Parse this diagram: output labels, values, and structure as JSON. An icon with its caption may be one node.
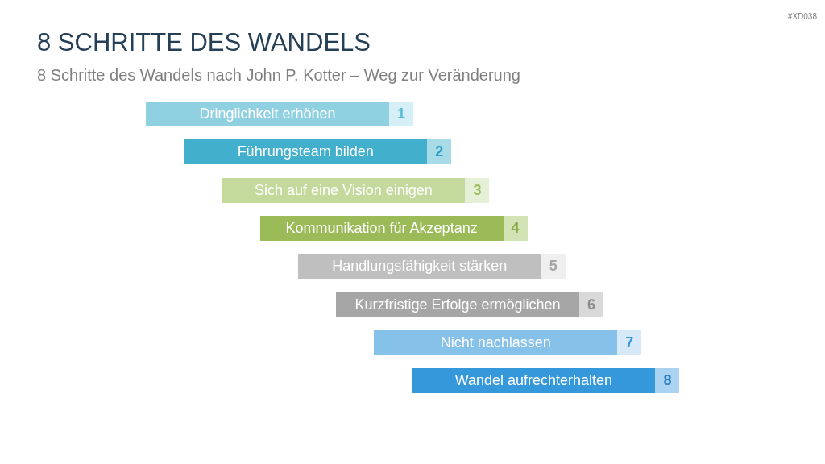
{
  "diagram": {
    "title": "8 SCHRITTE DES WANDELS",
    "nodes": [
      {
        "text": [
          "Dringlichkeit erhöhen"
        ]
      },
      {
        "text": [
          "1"
        ]
      },
      {
        "text": [
          "Führungsteam bilden"
        ]
      },
      {
        "text": [
          "2"
        ]
      },
      {
        "text": [
          "Sich auf eine Vision einigen"
        ]
      },
      {
        "text": [
          "3"
        ]
      },
      {
        "text": [
          "Kommunikation für Akzeptanz"
        ]
      },
      {
        "text": [
          "4"
        ]
      },
      {
        "text": [
          "Handlungsfähigkeit stärken"
        ]
      },
      {
        "text": [
          "5"
        ]
      },
      {
        "text": [
          "Kurzfristige Erfolge ermöglichen"
        ]
      },
      {
        "text": [
          "6"
        ]
      },
      {
        "text": [
          "Nicht nachlassen"
        ]
      },
      {
        "text": [
          "7"
        ]
      },
      {
        "text": [
          "Wandel aufrechterhalten"
        ]
      },
      {
        "text": [
          "8"
        ]
      }
    ],
    "labels": [
      "#XD038",
      "8 Schritte des Wandels nach John P. Kotter – Weg zur Veränderung"
    ]
  }
}
